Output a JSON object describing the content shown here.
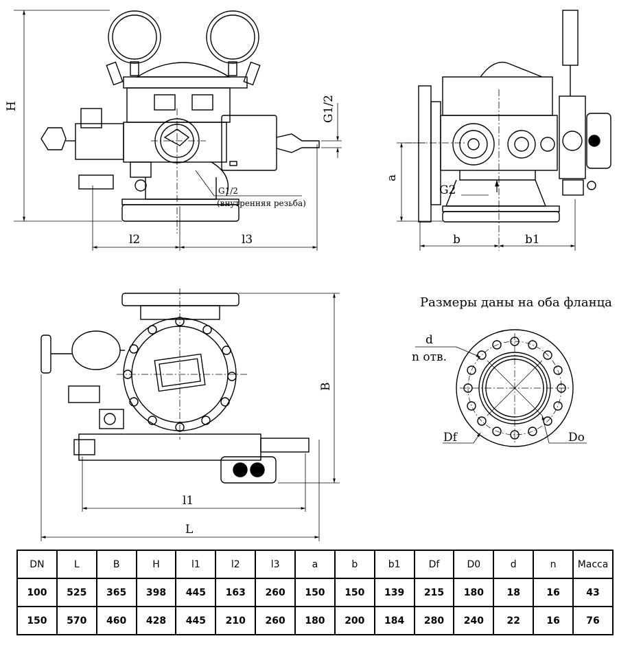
{
  "dimensions": {
    "H": "H",
    "L": "L",
    "B": "B",
    "l1": "l1",
    "l2": "l2",
    "l3": "l3",
    "a": "a",
    "b": "b",
    "b1": "b1",
    "G2": "G2",
    "G12_right": "G1/2",
    "G12_inner": "G1/2",
    "inner_thread": "(внутренняя резьба)",
    "d": "d",
    "n_holes": "n отв.",
    "Df": "Df",
    "Do": "Do"
  },
  "flange_caption": "Размеры даны на оба фланца",
  "table": {
    "headers": [
      "DN",
      "L",
      "B",
      "H",
      "l1",
      "l2",
      "l3",
      "a",
      "b",
      "b1",
      "Df",
      "D0",
      "d",
      "n",
      "Масса"
    ],
    "rows": [
      [
        "100",
        "525",
        "365",
        "398",
        "445",
        "163",
        "260",
        "150",
        "150",
        "139",
        "215",
        "180",
        "18",
        "16",
        "43"
      ],
      [
        "150",
        "570",
        "460",
        "428",
        "445",
        "210",
        "260",
        "180",
        "200",
        "184",
        "280",
        "240",
        "22",
        "16",
        "76"
      ]
    ]
  }
}
